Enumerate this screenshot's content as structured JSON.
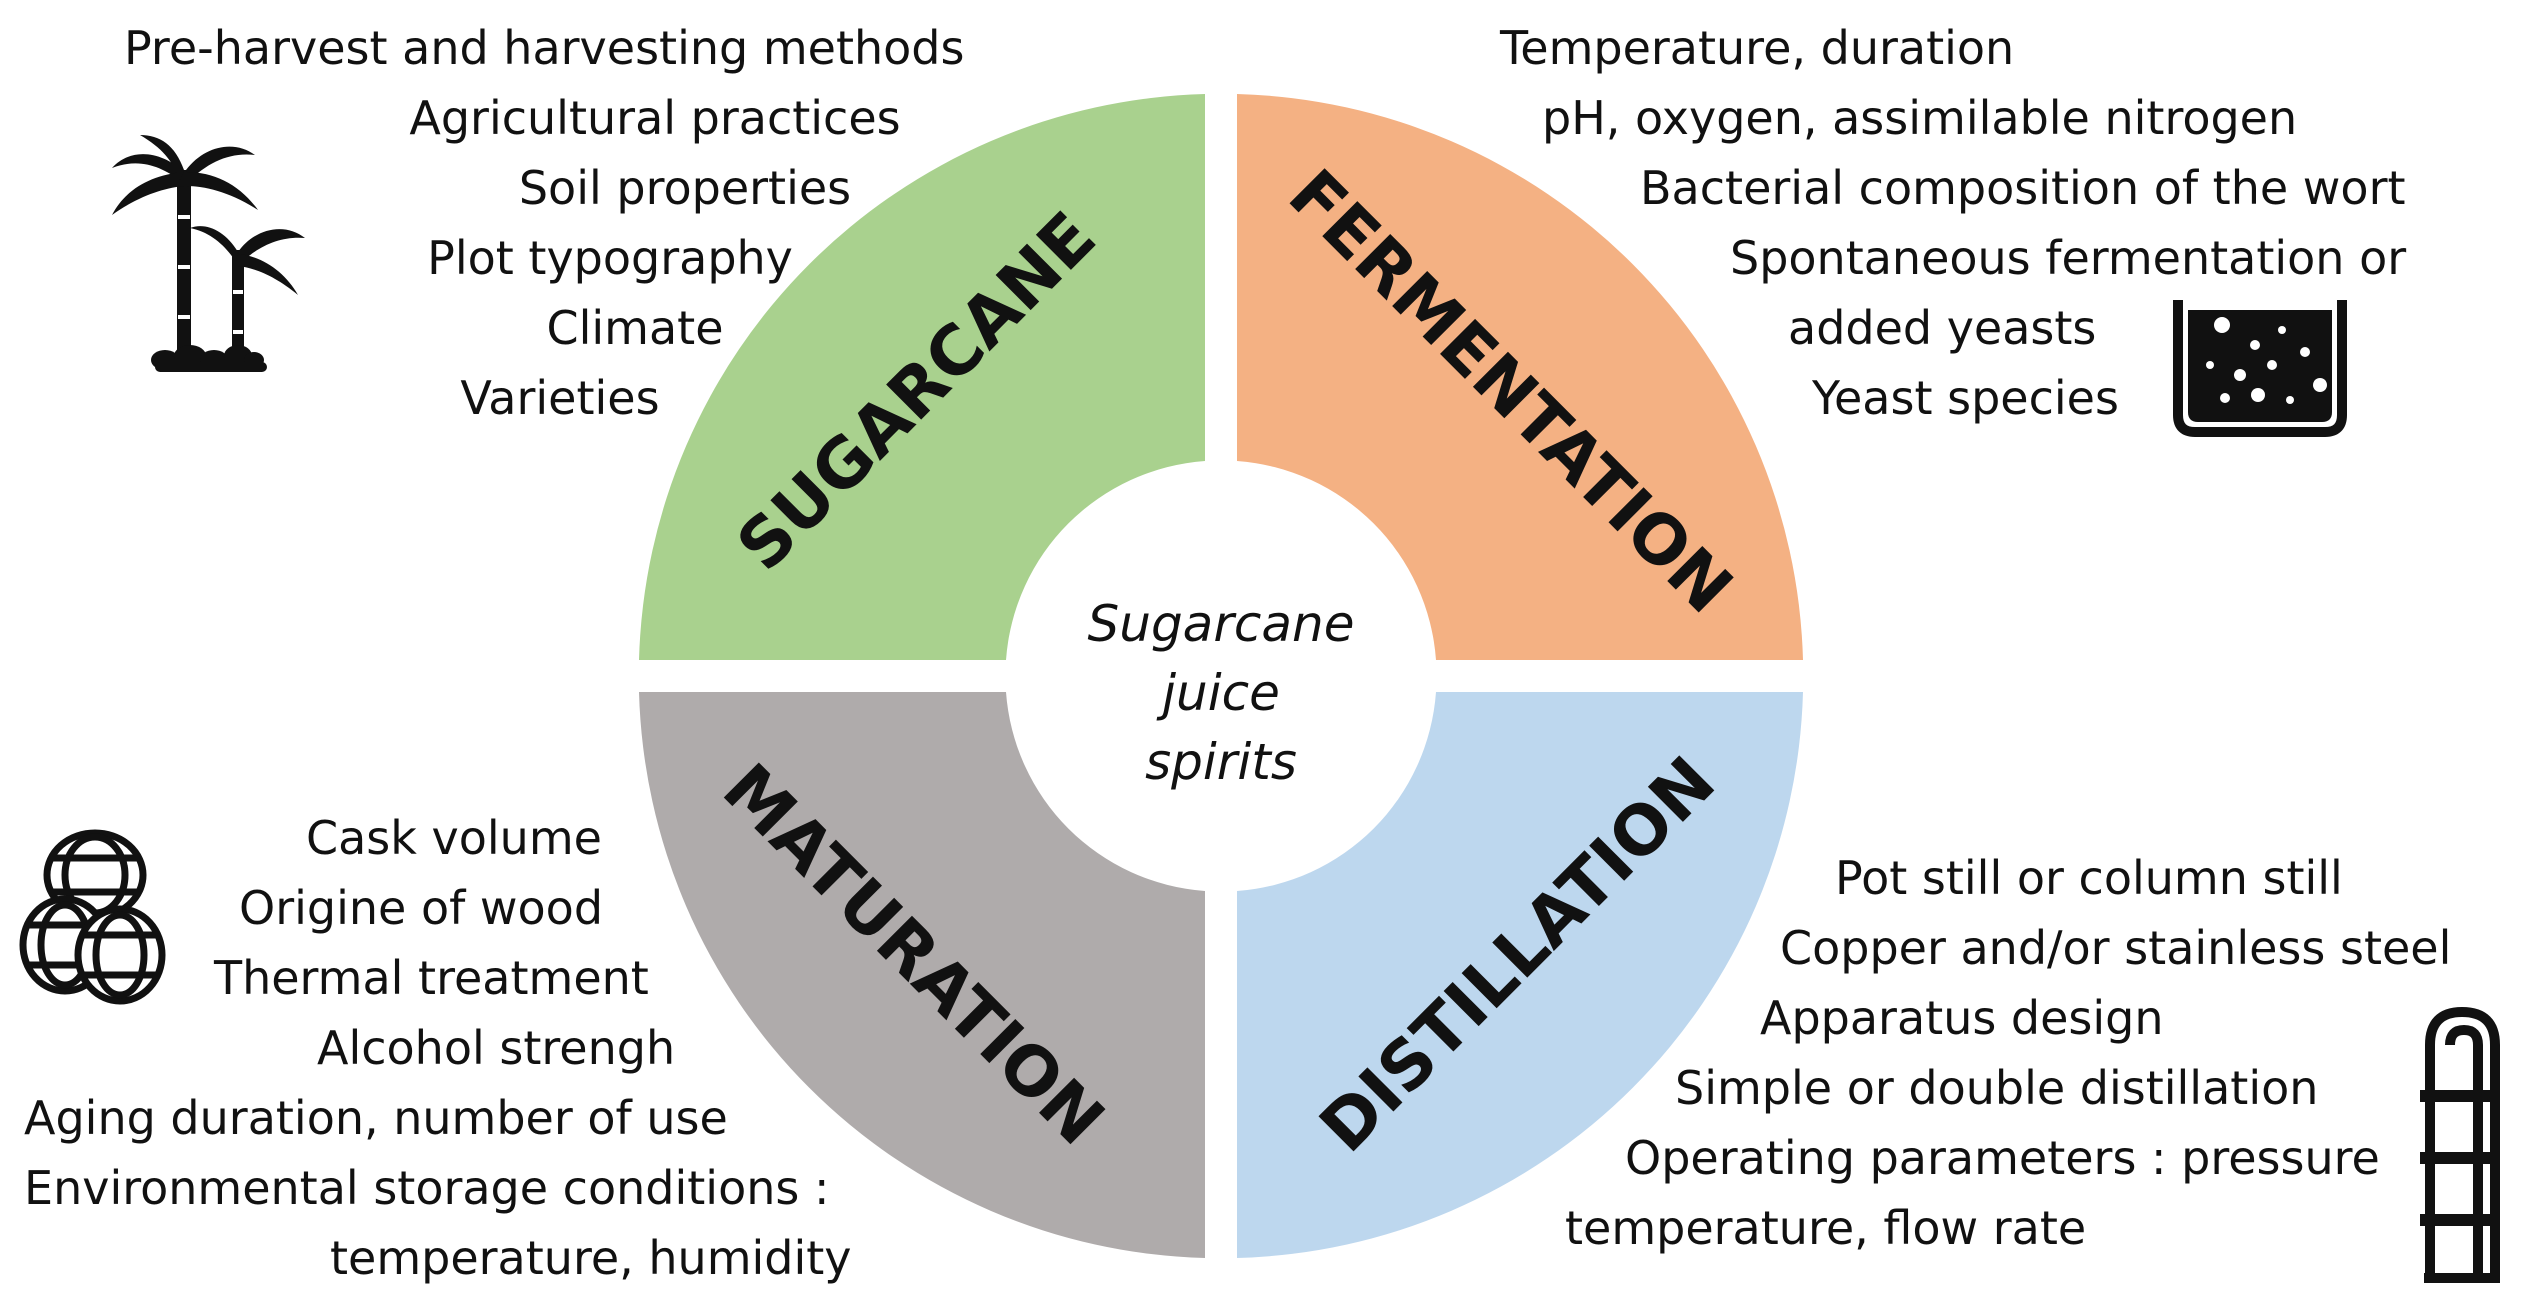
{
  "center_label": [
    "Sugarcane",
    "juice",
    "spirits"
  ],
  "quadrants": {
    "sugarcane": {
      "label": "SUGARCANE",
      "color": "#a9d18e"
    },
    "fermentation": {
      "label": "FERMENTATION",
      "color": "#f4b183"
    },
    "maturation": {
      "label": "MATURATION",
      "color": "#afabab"
    },
    "distillation": {
      "label": "DISTILLATION",
      "color": "#bdd7ee"
    }
  },
  "lists": {
    "sugarcane": [
      "Pre-harvest and harvesting methods",
      "Agricultural practices",
      "Soil properties",
      "Plot typography",
      "Climate",
      "Varieties"
    ],
    "fermentation": [
      "Temperature, duration",
      "pH, oxygen, assimilable nitrogen",
      "Bacterial composition of the wort",
      "Spontaneous fermentation or",
      "added yeasts",
      "Yeast species"
    ],
    "maturation": [
      "Cask volume",
      "Origine of wood",
      "Thermal treatment",
      "Alcohol strengh",
      "Aging duration, number of use",
      "Environmental storage conditions :",
      "temperature, humidity"
    ],
    "distillation": [
      "Pot still or column still",
      "Copper and/or stainless steel",
      "Apparatus design",
      "Simple or double distillation",
      "Operating parameters : pressure",
      "temperature, flow rate"
    ]
  },
  "icons": [
    "sugarcane-plant-icon",
    "yeast-beaker-icon",
    "wooden-barrels-icon",
    "distillation-column-icon"
  ]
}
